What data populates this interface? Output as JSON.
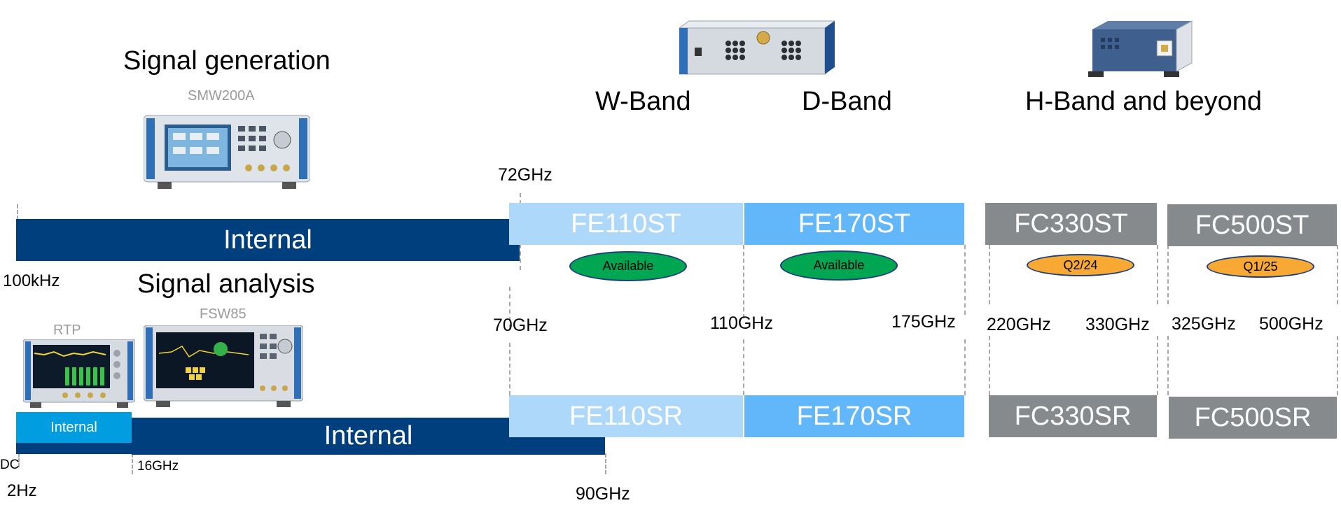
{
  "colors": {
    "internal_dark": "#003f7d",
    "internal_light": "#009ee0",
    "w_band": "#aed8fa",
    "d_band": "#62b7fa",
    "h_band": "#868a8d",
    "available": "#00a651",
    "planned": "#f7a934"
  },
  "signal_generation": {
    "title": "Signal generation",
    "instrument": "SMW200A",
    "bar_label": "Internal",
    "start_freq": "100kHz",
    "end_freq": "72GHz"
  },
  "signal_analysis": {
    "title": "Signal analysis",
    "instrument_1": "RTP",
    "instrument_2": "FSW85",
    "bar_label_1": "Internal",
    "bar_label_2": "Internal",
    "start_freq_dc": "DC",
    "start_freq": "2Hz",
    "mid_freq": "16GHz",
    "end_freq": "90GHz"
  },
  "bands": {
    "w_band": "W-Band",
    "d_band": "D-Band",
    "h_band": "H-Band and beyond"
  },
  "modules": {
    "fe110st": "FE110ST",
    "fe170st": "FE170ST",
    "fc330st": "FC330ST",
    "fc500st": "FC500ST",
    "fe110sr": "FE110SR",
    "fe170sr": "FE170SR",
    "fc330sr": "FC330SR",
    "fc500sr": "FC500SR"
  },
  "status": {
    "fe110": "Available",
    "fe170": "Available",
    "fc330": "Q2/24",
    "fc500": "Q1/25"
  },
  "freqs": {
    "f70": "70GHz",
    "f110": "110GHz",
    "f175": "175GHz",
    "f220": "220GHz",
    "f330": "330GHz",
    "f325": "325GHz",
    "f500": "500GHz"
  }
}
